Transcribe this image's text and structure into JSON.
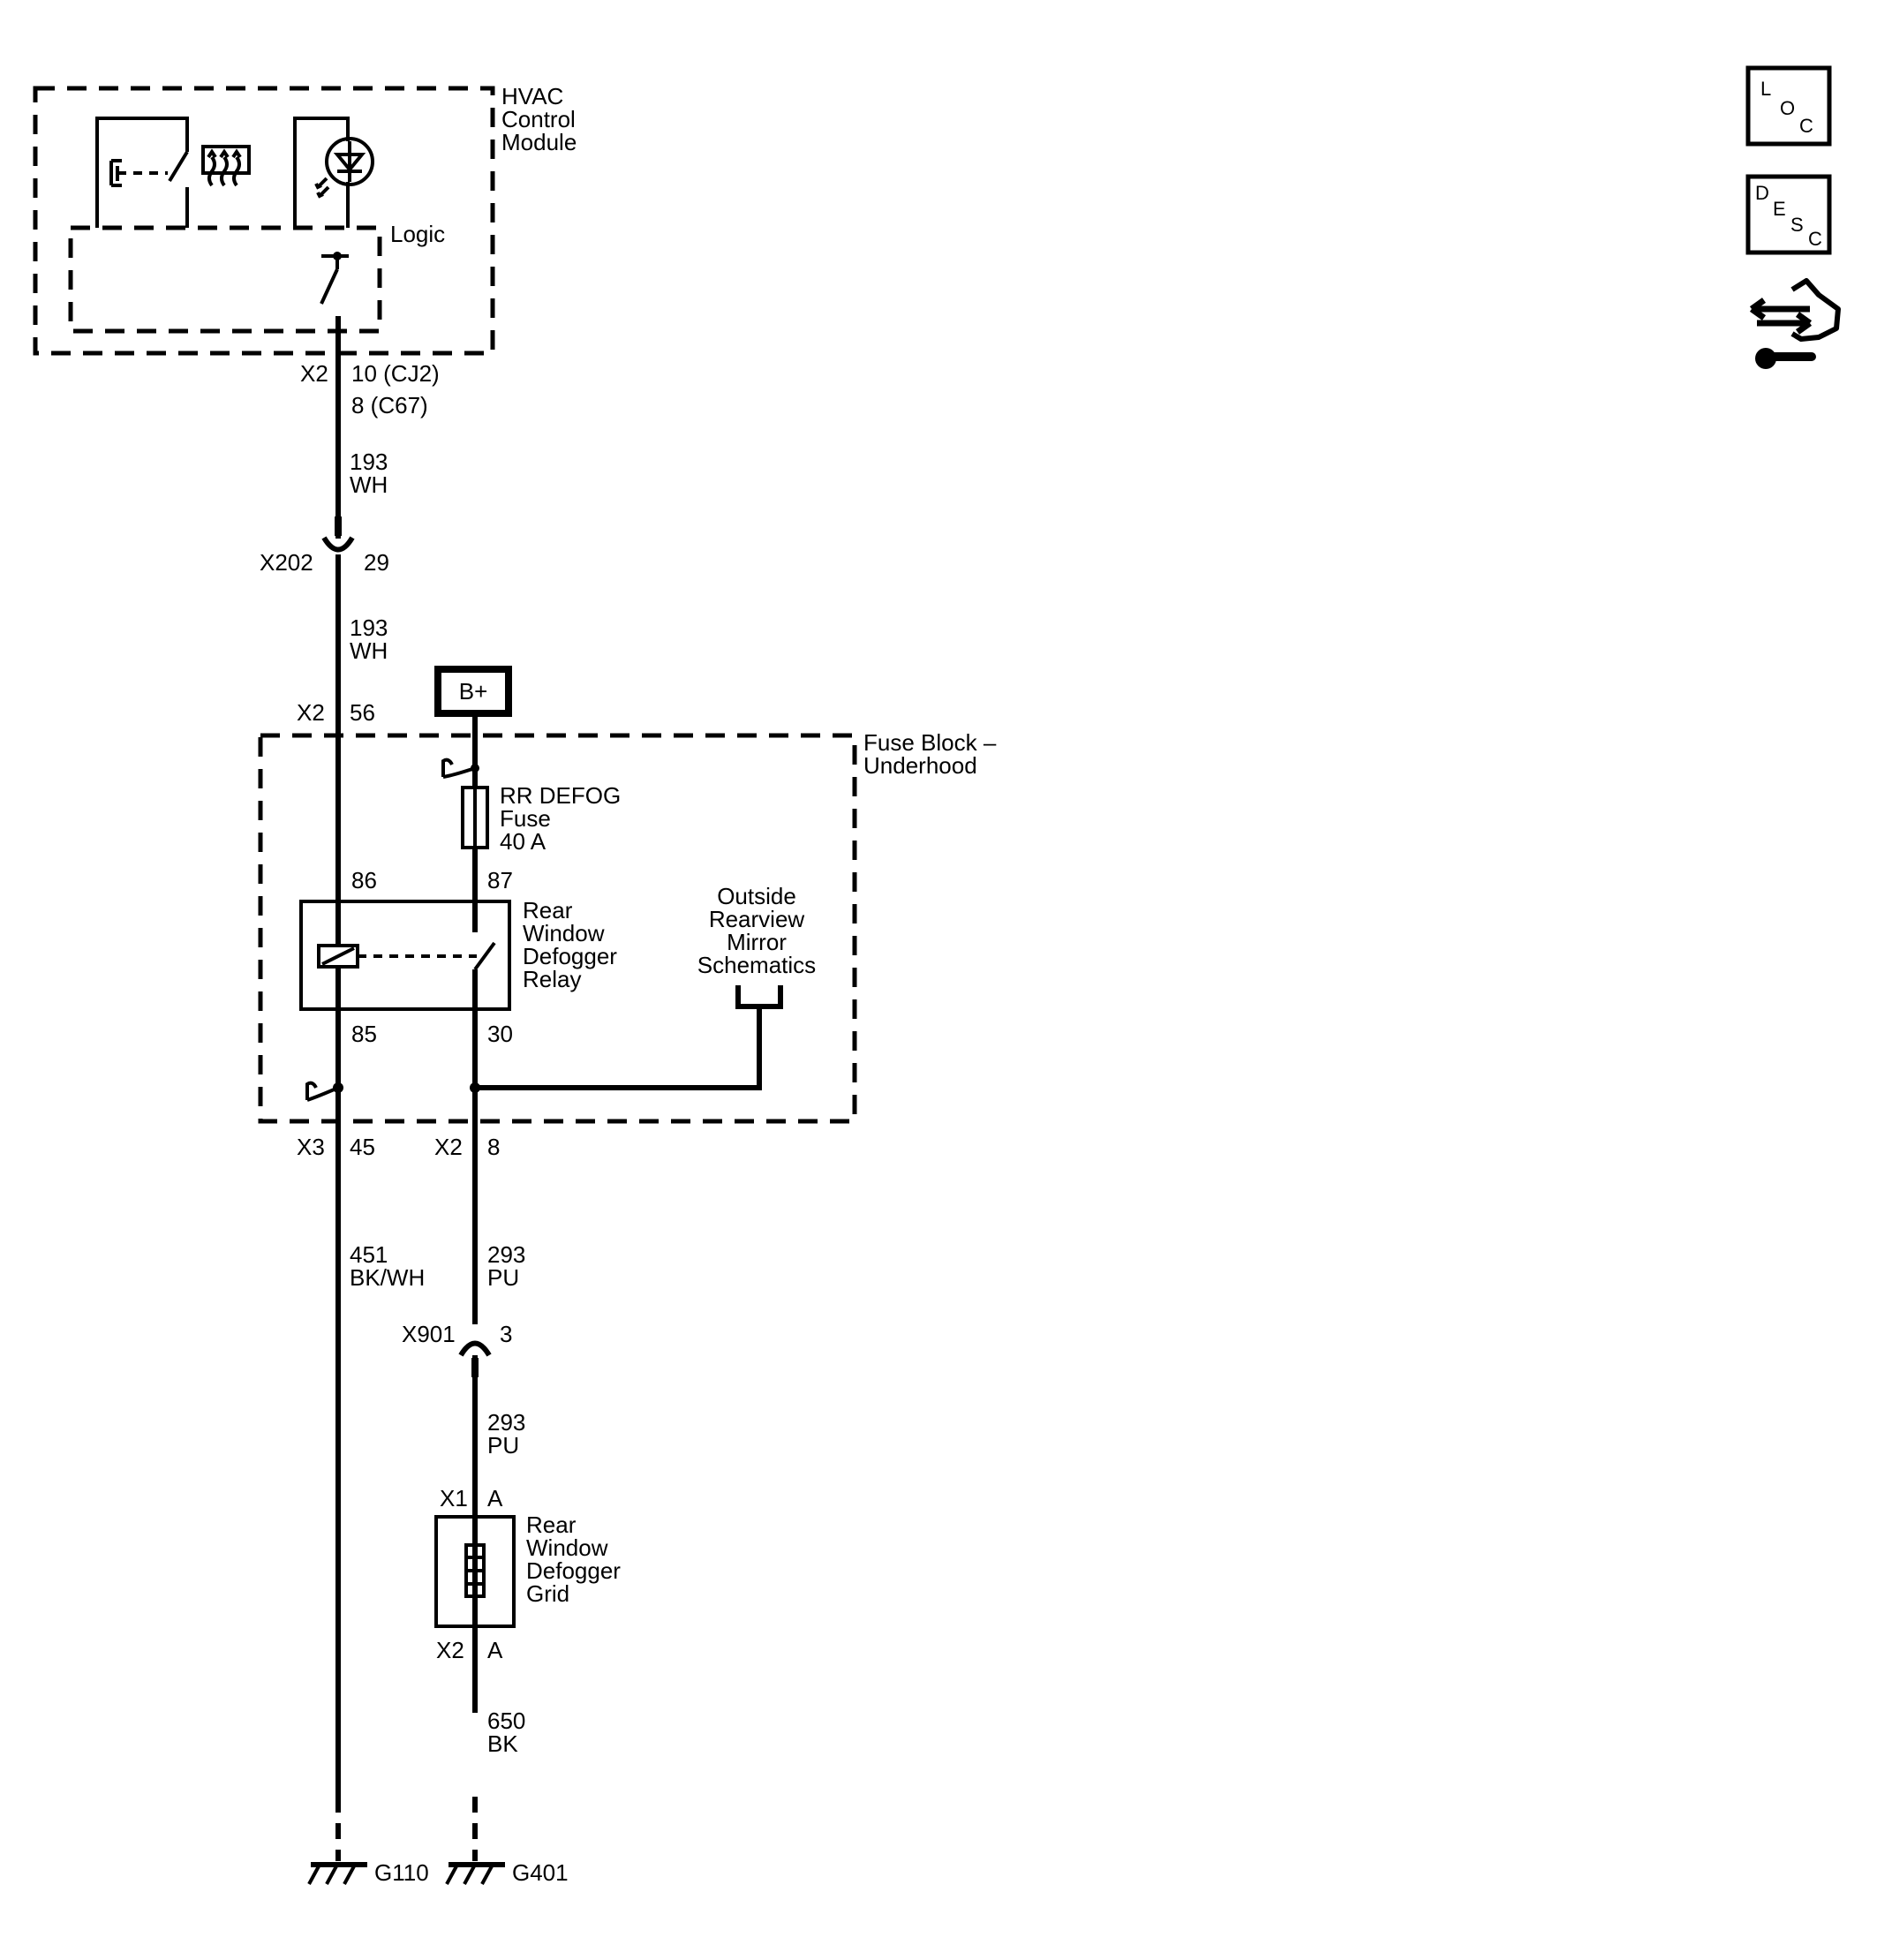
{
  "hvac": {
    "name_lines": [
      "HVAC",
      "Control",
      "Module"
    ],
    "logic_label": "Logic"
  },
  "hvac_pins": {
    "connector": "X2",
    "pin_line1": "10 (CJ2)",
    "pin_line2": "8 (C67)"
  },
  "wire_193_a": {
    "circuit": "193",
    "color": "WH"
  },
  "x202": {
    "connector": "X202",
    "pin": "29"
  },
  "wire_193_b": {
    "circuit": "193",
    "color": "WH"
  },
  "fuse_block_in": {
    "connector": "X2",
    "pin": "56"
  },
  "bplus": {
    "label": "B+"
  },
  "fuse_block": {
    "name_lines": [
      "Fuse Block –",
      "Underhood"
    ]
  },
  "fuse": {
    "name_lines": [
      "RR DEFOG",
      "Fuse",
      "40 A"
    ]
  },
  "relay": {
    "name_lines": [
      "Rear",
      "Window",
      "Defogger",
      "Relay"
    ],
    "pin_86": "86",
    "pin_87": "87",
    "pin_85": "85",
    "pin_30": "30"
  },
  "mirror_ref": {
    "name_lines": [
      "Outside",
      "Rearview",
      "Mirror",
      "Schematics"
    ]
  },
  "fuse_block_out": {
    "left_connector": "X3",
    "left_pin": "45",
    "right_connector": "X2",
    "right_pin": "8"
  },
  "wire_451": {
    "circuit": "451",
    "color": "BK/WH"
  },
  "wire_293_a": {
    "circuit": "293",
    "color": "PU"
  },
  "x901": {
    "connector": "X901",
    "pin": "3"
  },
  "wire_293_b": {
    "circuit": "293",
    "color": "PU"
  },
  "grid": {
    "name_lines": [
      "Rear",
      "Window",
      "Defogger",
      "Grid"
    ],
    "top_connector": "X1",
    "top_pin": "A",
    "bottom_connector": "X2",
    "bottom_pin": "A"
  },
  "wire_650": {
    "circuit": "650",
    "color": "BK"
  },
  "grounds": {
    "left": "G110",
    "right": "G401"
  },
  "nav_icons": {
    "loc": {
      "letters": [
        "L",
        "O",
        "C"
      ],
      "icon": "location-icon"
    },
    "desc": {
      "letters": [
        "D",
        "E",
        "S",
        "C"
      ],
      "icon": "description-icon"
    },
    "connector": {
      "icon": "connector-hand-icon"
    }
  }
}
